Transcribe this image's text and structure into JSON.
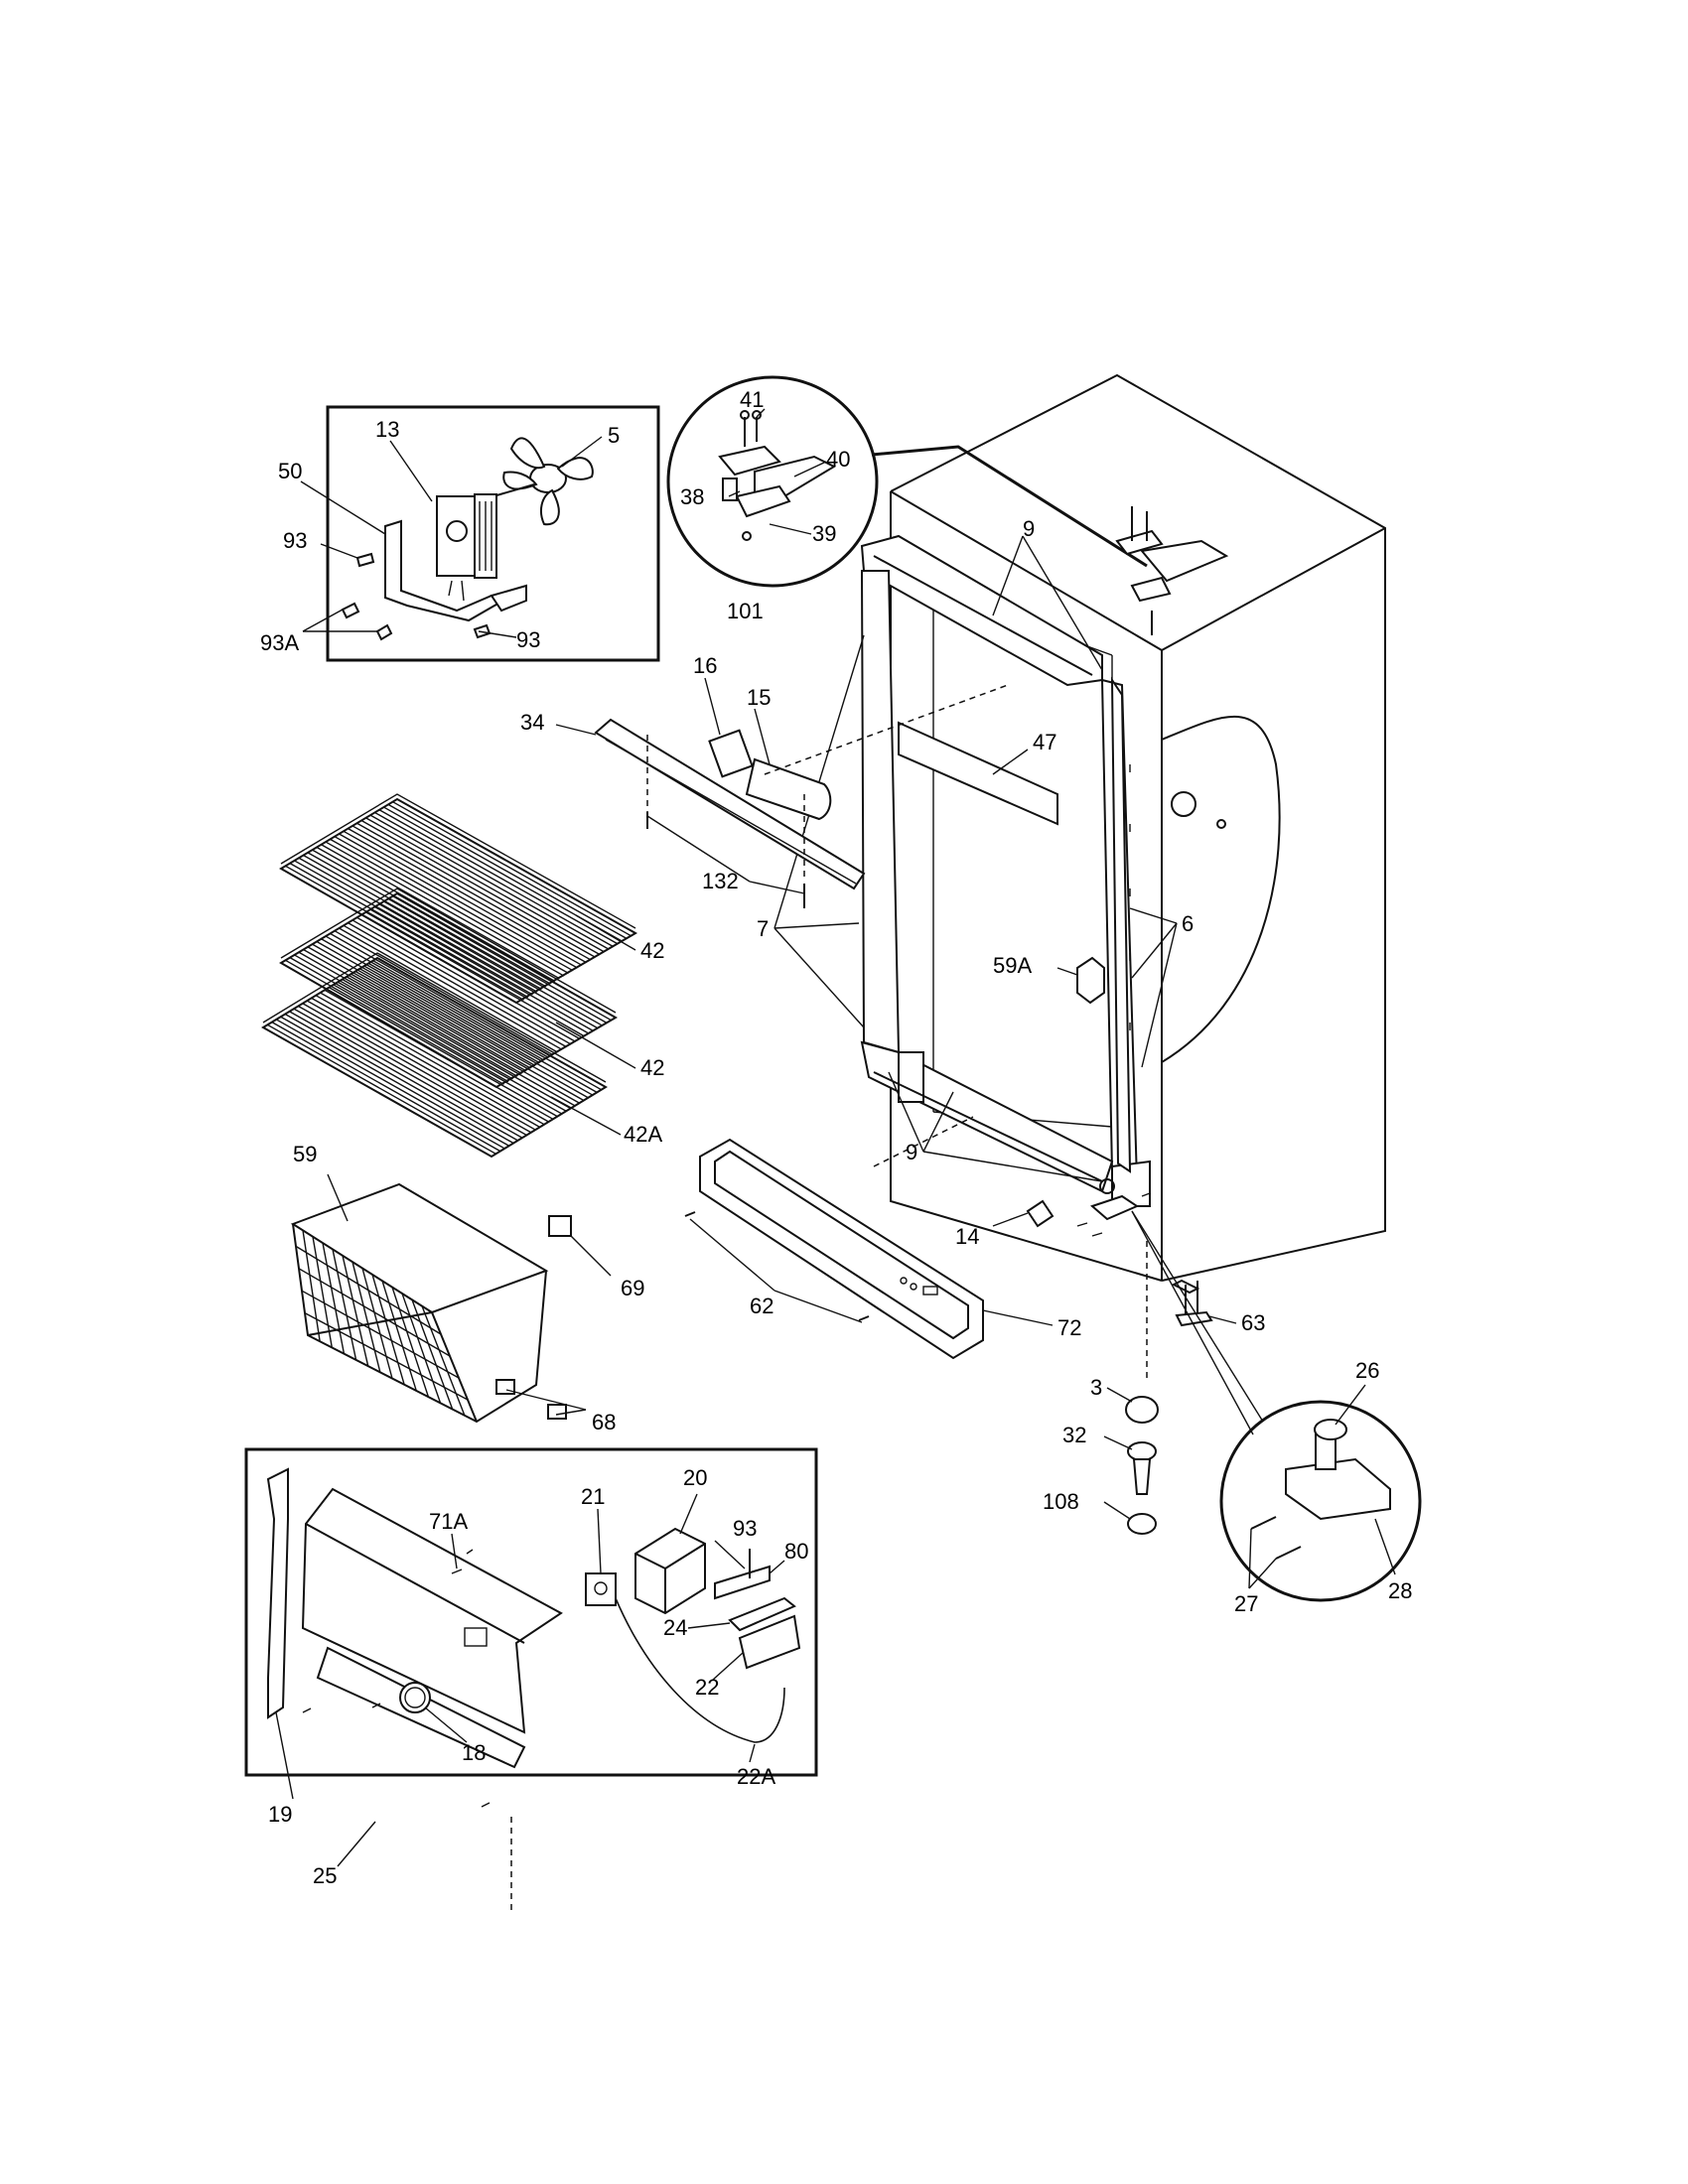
{
  "callouts": {
    "c5": "5",
    "c13": "13",
    "c50": "50",
    "c93a": "93",
    "c93b": "93",
    "c93A": "93A",
    "c41": "41",
    "c40": "40",
    "c38": "38",
    "c39": "39",
    "c101": "101",
    "c9a": "9",
    "c9b": "9",
    "c16": "16",
    "c15": "15",
    "c34": "34",
    "c47": "47",
    "c132": "132",
    "c42a": "42",
    "c42b": "42",
    "c42A": "42A",
    "c59A": "59A",
    "c6": "6",
    "c7": "7",
    "c59": "59",
    "c69": "69",
    "c68": "68",
    "c14": "14",
    "c62": "62",
    "c72": "72",
    "c63": "63",
    "c3": "3",
    "c32": "32",
    "c108": "108",
    "c26": "26",
    "c27": "27",
    "c28": "28",
    "c20": "20",
    "c21": "21",
    "c71A": "71A",
    "c93c": "93",
    "c80": "80",
    "c24": "24",
    "c22": "22",
    "c22A": "22A",
    "c18": "18",
    "c19": "19",
    "c25": "25"
  }
}
